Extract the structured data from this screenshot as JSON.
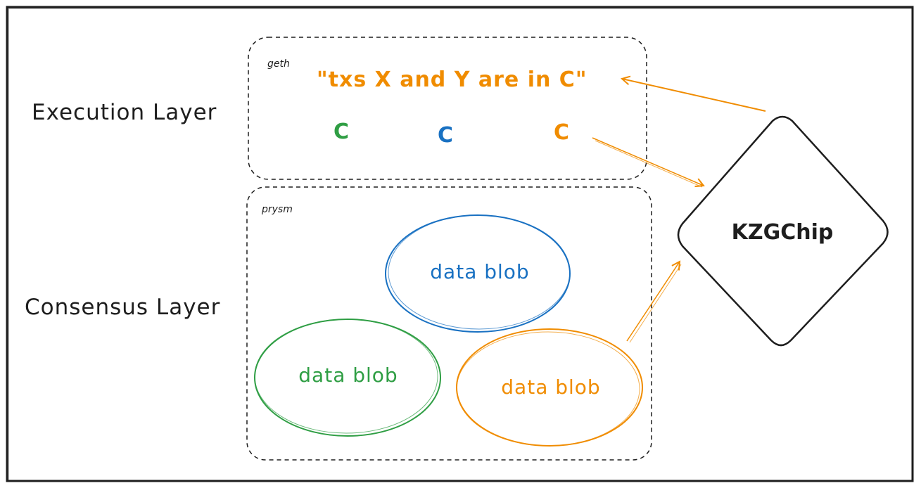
{
  "diagram": {
    "layers": {
      "execution": "Execution Layer",
      "consensus": "Consensus Layer"
    },
    "execution_box": {
      "tag": "geth",
      "claim": "\"txs X and Y are in C\"",
      "commitments": [
        {
          "label": "C",
          "color": "#2f9e44"
        },
        {
          "label": "C",
          "color": "#1971c2"
        },
        {
          "label": "C",
          "color": "#f08c00"
        }
      ]
    },
    "consensus_box": {
      "tag": "prysm",
      "blobs": [
        {
          "label": "data blob",
          "color": "#1971c2"
        },
        {
          "label": "data blob",
          "color": "#2f9e44"
        },
        {
          "label": "data blob",
          "color": "#f08c00"
        }
      ]
    },
    "chip": {
      "label": "KZGChip"
    },
    "colors": {
      "ink": "#1e1e1e",
      "green": "#2f9e44",
      "blue": "#1971c2",
      "orange": "#f08c00"
    }
  }
}
